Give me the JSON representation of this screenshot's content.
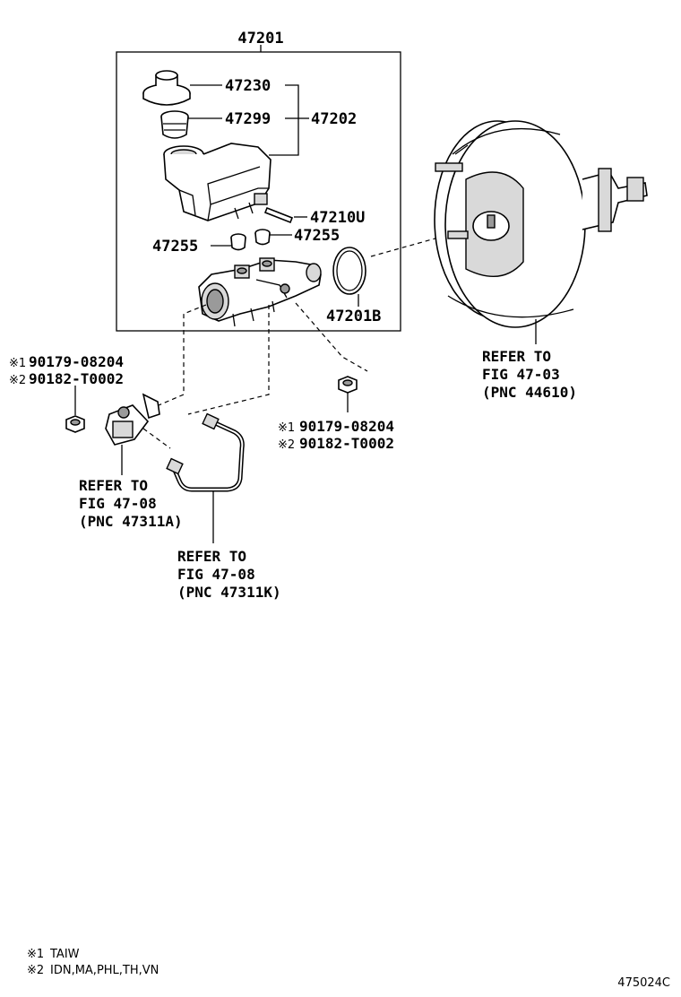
{
  "labels": {
    "assembly": "47201",
    "cap": "47230",
    "strainer": "47299",
    "reservoir": "47202",
    "pin": "47210U",
    "grommet_left": "47255",
    "grommet_right": "47255",
    "oring": "47201B"
  },
  "references": {
    "booster": [
      "REFER TO",
      "FIG 47-03",
      "(PNC 44610)"
    ],
    "valve": [
      "REFER TO",
      "FIG 47-08",
      "(PNC 47311A)"
    ],
    "tube": [
      "REFER TO",
      "FIG 47-08",
      "(PNC 47311K)"
    ]
  },
  "nuts_left": {
    "marker1": "※1",
    "part1": "90179-08204",
    "marker2": "※2",
    "part2": "90182-T0002"
  },
  "nuts_right": {
    "marker1": "※1",
    "part1": "90179-08204",
    "marker2": "※2",
    "part2": "90182-T0002"
  },
  "footnotes": [
    {
      "marker": "※1",
      "text": "TAIW"
    },
    {
      "marker": "※2",
      "text": "IDN,MA,PHL,TH,VN"
    }
  ],
  "figure_code": "475024C"
}
